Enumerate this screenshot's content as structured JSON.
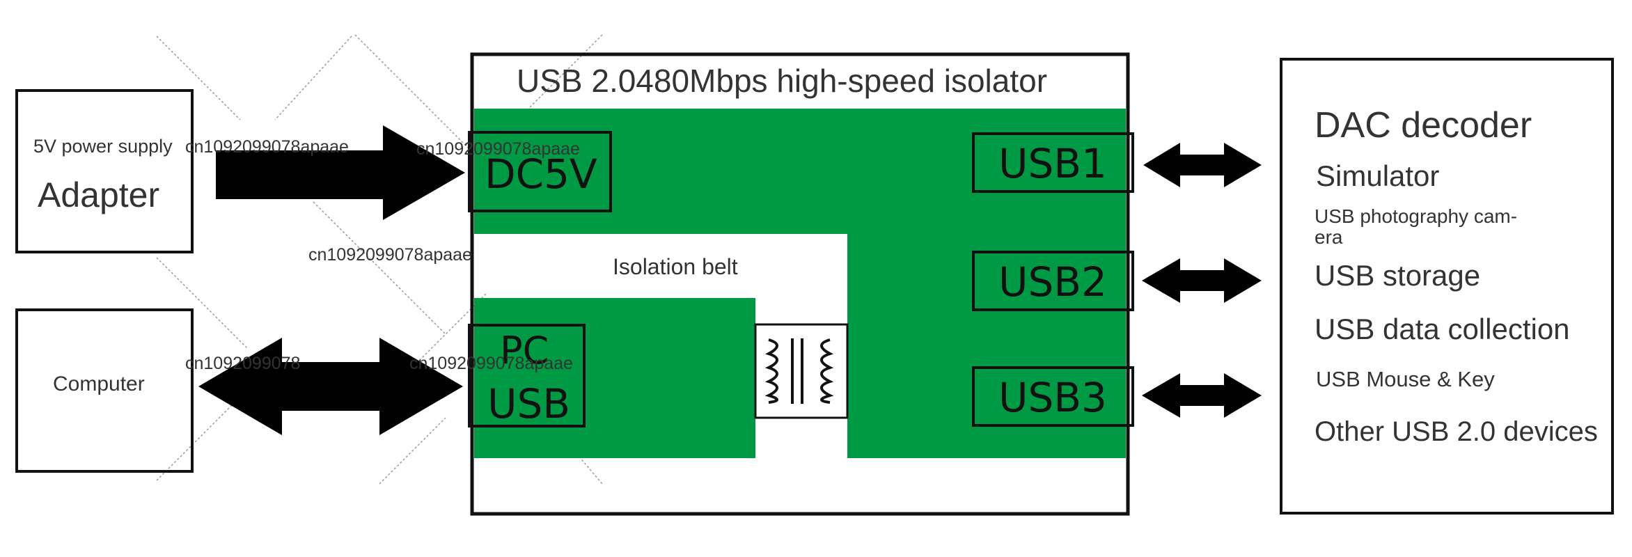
{
  "colors": {
    "board_green": "#009a44",
    "outline": "#111111",
    "text": "#333333",
    "arrow": "#000000",
    "background": "#ffffff"
  },
  "left": {
    "adapter": {
      "caption": "5V power supply",
      "title": "Adapter"
    },
    "computer": {
      "title": "Computer"
    }
  },
  "isolator": {
    "title": "USB 2.0480Mbps high-speed isolator",
    "isolation_label": "Isolation belt",
    "dc_port": "DC5V",
    "pc_port_line1": "PC",
    "pc_port_line2": "USB",
    "usb_ports": [
      "USB1",
      "USB2",
      "USB3"
    ],
    "transformer_icon": "transformer-symbol-icon"
  },
  "devices": {
    "items": [
      "DAC decoder",
      "Simulator",
      "USB photography cam-",
      "era",
      "USB storage",
      "USB data collection",
      "USB Mouse & Key",
      "Other USB 2.0 devices"
    ]
  },
  "watermark": {
    "text_1": "cn1092099078apaae",
    "text_2": "cn1092099078apaae",
    "text_3": "cn1092099078apaae",
    "text_4": "cn1092099078",
    "text_5": "cn1092099078apaae"
  }
}
